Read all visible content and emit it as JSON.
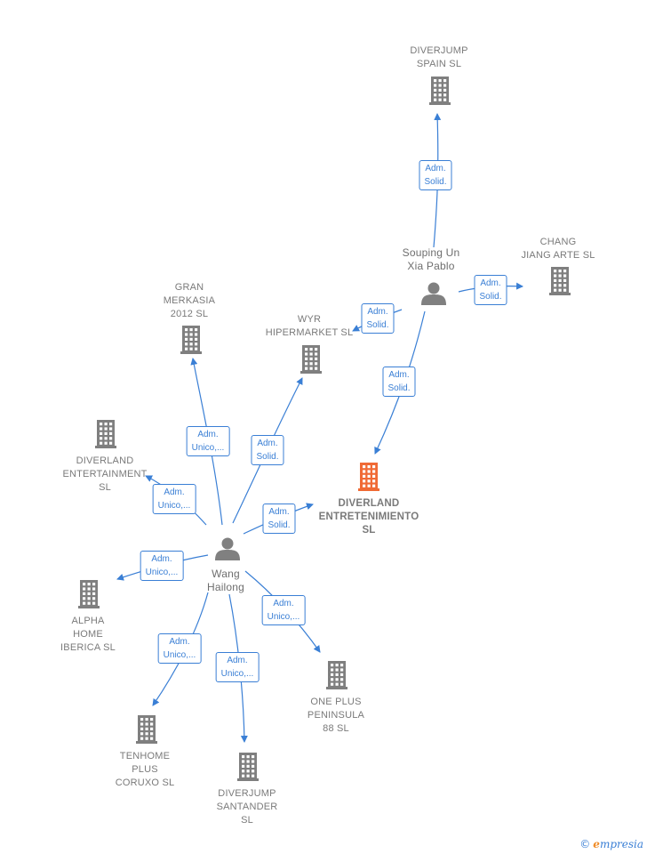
{
  "colors": {
    "edge": "#3a7fd5",
    "building": "#7f7f7f",
    "main_building": "#f06a35",
    "person": "#808080"
  },
  "nodes": [
    {
      "id": "diverjump-spain",
      "type": "company",
      "icon": "building-icon",
      "lines": [
        "DIVERJUMP",
        "SPAIN  SL"
      ]
    },
    {
      "id": "souping",
      "type": "person",
      "icon": "person-icon",
      "lines": [
        "Souping Un",
        "Xia Pablo"
      ]
    },
    {
      "id": "chang",
      "type": "company",
      "icon": "building-icon",
      "lines": [
        "CHANG",
        "JIANG ARTE SL"
      ]
    },
    {
      "id": "gran-merkasia",
      "type": "company",
      "icon": "building-icon",
      "lines": [
        "GRAN",
        "MERKASIA",
        "2012 SL"
      ]
    },
    {
      "id": "wyr",
      "type": "company",
      "icon": "building-icon",
      "lines": [
        "WYR",
        "HIPERMARKET SL"
      ]
    },
    {
      "id": "diverland-ent",
      "type": "company",
      "icon": "building-icon",
      "lines": [
        "DIVERLAND",
        "ENTERTAINMENT",
        "SL"
      ]
    },
    {
      "id": "diverland-main",
      "type": "main",
      "icon": "building-icon",
      "lines": [
        "DIVERLAND",
        "ENTRETENIMIENTO",
        "SL"
      ]
    },
    {
      "id": "wang",
      "type": "person",
      "icon": "person-icon",
      "lines": [
        "Wang",
        "Hailong"
      ]
    },
    {
      "id": "alpha",
      "type": "company",
      "icon": "building-icon",
      "lines": [
        "ALPHA",
        "HOME",
        "IBERICA  SL"
      ]
    },
    {
      "id": "one-plus",
      "type": "company",
      "icon": "building-icon",
      "lines": [
        "ONE PLUS",
        "PENINSULA",
        "88  SL"
      ]
    },
    {
      "id": "tenhome",
      "type": "company",
      "icon": "building-icon",
      "lines": [
        "TENHOME",
        "PLUS",
        "CORUXO  SL"
      ]
    },
    {
      "id": "diverjump-santander",
      "type": "company",
      "icon": "building-icon",
      "lines": [
        "DIVERJUMP",
        "SANTANDER",
        "SL"
      ]
    }
  ],
  "edges": [
    {
      "from": "souping",
      "to": "diverjump-spain",
      "label": [
        "Adm.",
        "Solid."
      ]
    },
    {
      "from": "souping",
      "to": "chang",
      "label": [
        "Adm.",
        "Solid."
      ]
    },
    {
      "from": "souping",
      "to": "wyr",
      "label": [
        "Adm.",
        "Solid."
      ]
    },
    {
      "from": "souping",
      "to": "diverland-main",
      "label": [
        "Adm.",
        "Solid."
      ]
    },
    {
      "from": "wang",
      "to": "gran-merkasia",
      "label": [
        "Adm.",
        "Unico,..."
      ]
    },
    {
      "from": "wang",
      "to": "wyr",
      "label": [
        "Adm.",
        "Solid."
      ]
    },
    {
      "from": "wang",
      "to": "diverland-ent",
      "label": [
        "Adm.",
        "Unico,..."
      ]
    },
    {
      "from": "wang",
      "to": "diverland-main",
      "label": [
        "Adm.",
        "Solid."
      ]
    },
    {
      "from": "wang",
      "to": "alpha",
      "label": [
        "Adm.",
        "Unico,..."
      ]
    },
    {
      "from": "wang",
      "to": "one-plus",
      "label": [
        "Adm.",
        "Unico,..."
      ]
    },
    {
      "from": "wang",
      "to": "tenhome",
      "label": [
        "Adm.",
        "Unico,..."
      ]
    },
    {
      "from": "wang",
      "to": "diverjump-santander",
      "label": [
        "Adm.",
        "Unico,..."
      ]
    }
  ],
  "footer": {
    "copyright": "©",
    "brand_initial": "e",
    "brand_rest": "mpresia"
  }
}
